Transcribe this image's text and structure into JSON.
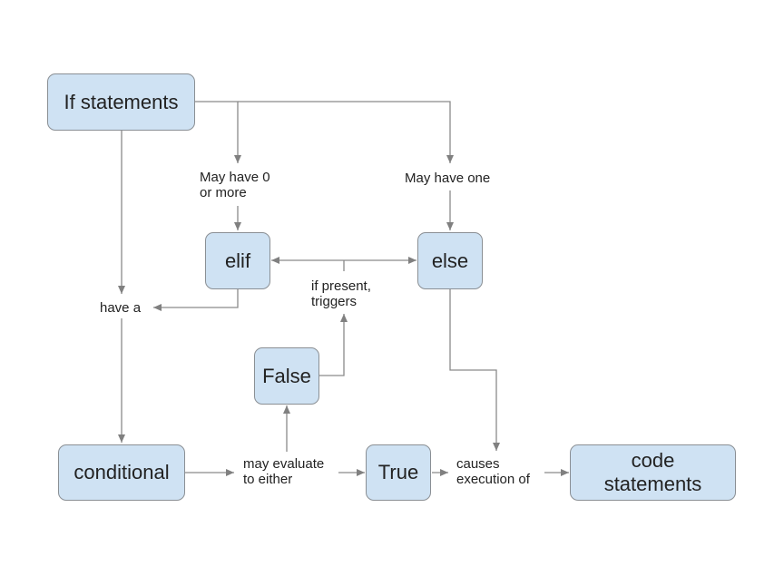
{
  "diagram": {
    "nodes": {
      "if_statements": "If statements",
      "elif": "elif",
      "else": "else",
      "false": "False",
      "conditional": "conditional",
      "true": "True",
      "code_statements": "code\nstatements"
    },
    "labels": {
      "may_have_zero": "May have 0\nor more",
      "may_have_one": "May have one",
      "have_a": "have a",
      "if_present": "if present,\ntriggers",
      "may_evaluate": "may evaluate\nto either",
      "causes_execution": "causes\nexecution of"
    }
  }
}
